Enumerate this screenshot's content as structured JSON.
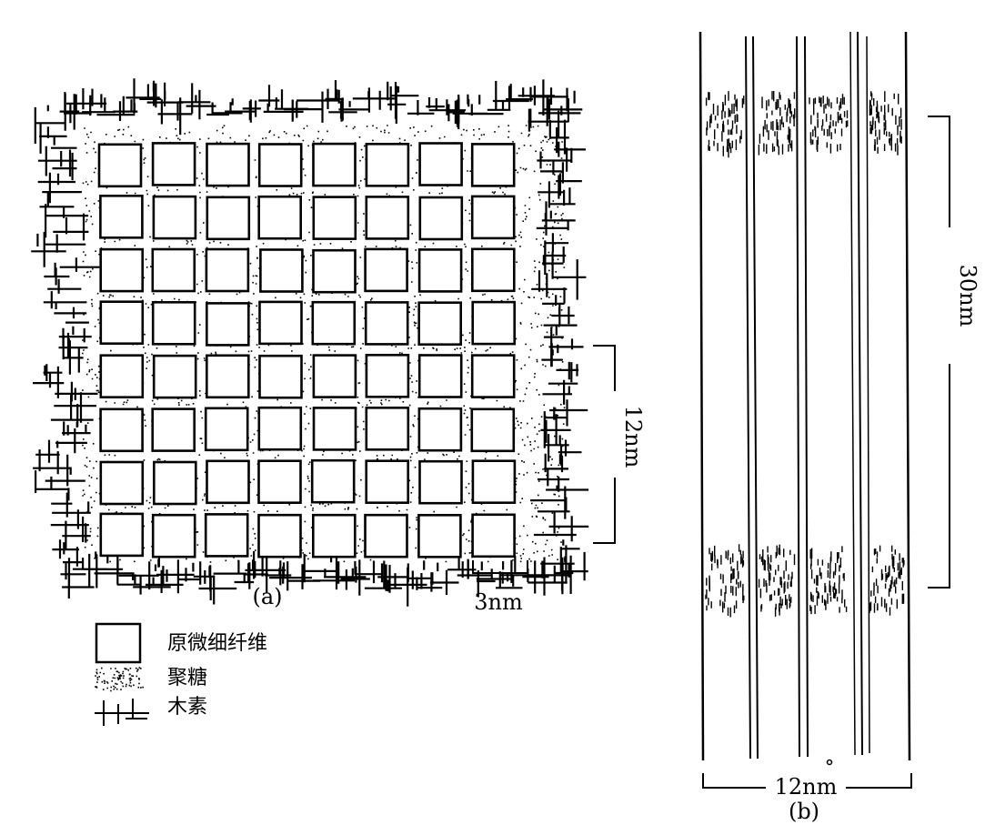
{
  "panel_a": {
    "caption": "(a)",
    "dim_height": "12nm",
    "dim_width": "3nm",
    "grid_rows": 8,
    "grid_cols": 8
  },
  "panel_b": {
    "caption": "(b)",
    "dim_width": "12nm",
    "dim_height": "30nm"
  },
  "legend": {
    "items": [
      {
        "symbol": "square-outline",
        "label": "原微细纤维"
      },
      {
        "symbol": "dots",
        "label": "聚糖"
      },
      {
        "symbol": "crosses",
        "label": "木素"
      }
    ]
  },
  "colors": {
    "ink": "#000000",
    "background": "#ffffff"
  }
}
